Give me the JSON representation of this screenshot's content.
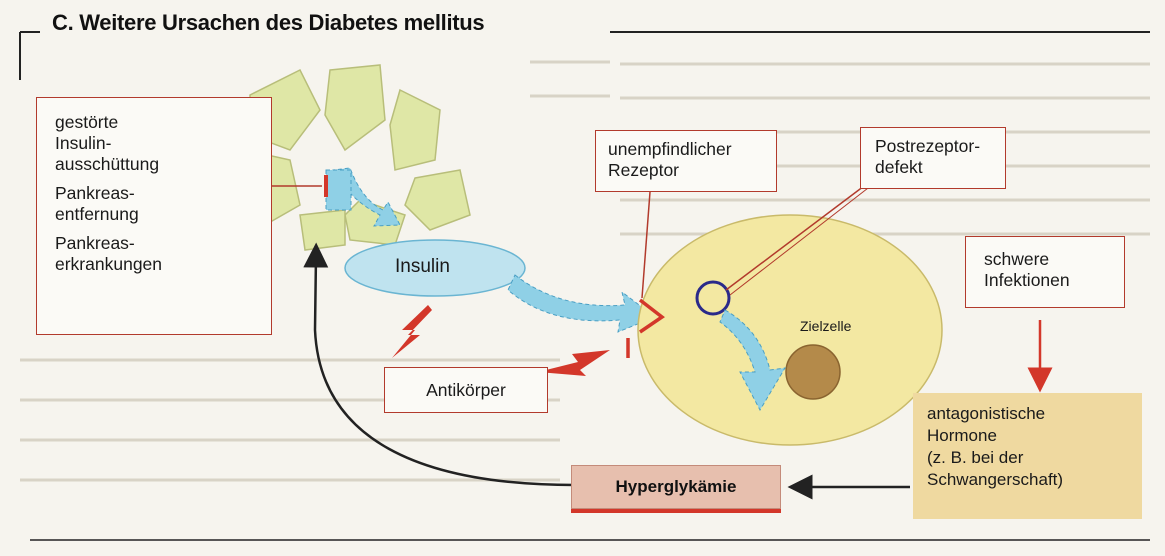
{
  "title": "C. Weitere Ursachen des Diabetes mellitus",
  "causes": {
    "line1": "gestörte",
    "line2": "Insulin-",
    "line3": "ausschüttung",
    "line4": "Pankreas-",
    "line5": "entfernung",
    "line6": "Pankreas-",
    "line7": "erkrankungen"
  },
  "insulin": "Insulin",
  "antibodies": "Antikörper",
  "receptor": {
    "line1": "unempfindlicher",
    "line2": "Rezeptor"
  },
  "postreceptor": {
    "line1": "Postrezeptor-",
    "line2": "defekt"
  },
  "infections": {
    "line1": "schwere",
    "line2": "Infektionen"
  },
  "target_cell": "Zielzelle",
  "hormones": {
    "line1": "antagonistische",
    "line2": "Hormone",
    "line3": "(z. B. bei der",
    "line4": "Schwangerschaft)"
  },
  "hyperglycemia": "Hyperglykämie",
  "colors": {
    "accent_red": "#d3372a",
    "box_border": "#b23a2c",
    "pancreas": "#dfe7a6",
    "insulin_blue": "#bfe3ef",
    "cell_yellow": "#f3e8a2",
    "hormone_tan": "#efd9a0",
    "hyperglycemia_bg": "#e7bfae"
  }
}
